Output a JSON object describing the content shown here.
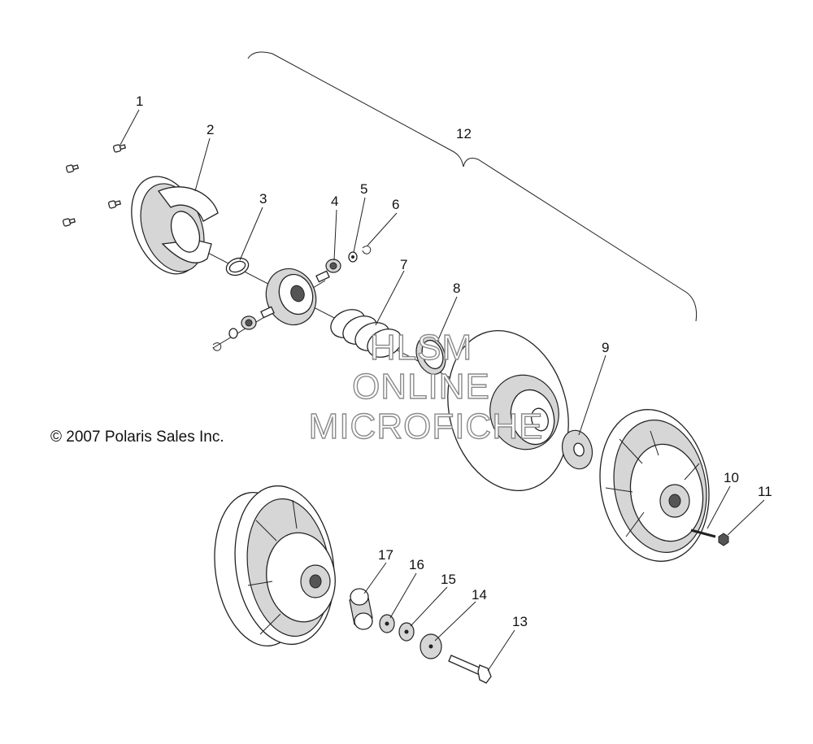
{
  "copyright": "© 2007 Polaris Sales Inc.",
  "watermark": [
    "HLSM",
    "ONLINE",
    "MICROFICHE"
  ],
  "callouts": [
    "1",
    "2",
    "3",
    "4",
    "5",
    "6",
    "7",
    "8",
    "9",
    "10",
    "11",
    "12",
    "13",
    "14",
    "15",
    "16",
    "17"
  ]
}
